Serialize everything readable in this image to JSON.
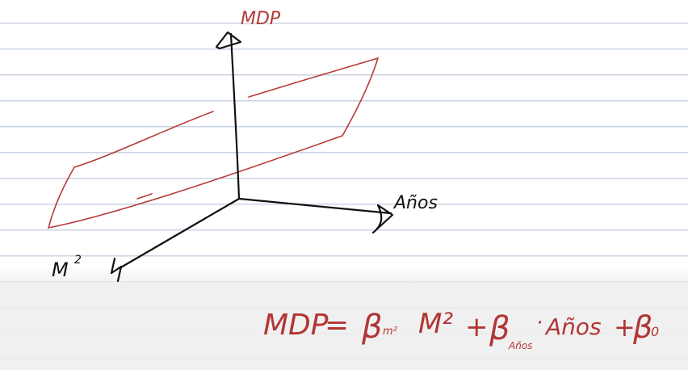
{
  "diagram": {
    "axis_labels": {
      "vertical": "MDP",
      "right": "Años",
      "left": "M",
      "left_superscript": "2"
    },
    "equation": {
      "lhs": "MDP",
      "equals": "=",
      "beta1": "β",
      "beta1_sub": "m²",
      "term1": "M²",
      "plus1": "+",
      "beta2": "β",
      "beta2_sub": "Años",
      "dot": "·",
      "term2": "Años",
      "plus2": "+",
      "beta0": "β",
      "beta0_sub": "0"
    },
    "colors": {
      "axes": "#111111",
      "plane": "#b53a3a",
      "equation": "#b23535"
    }
  }
}
